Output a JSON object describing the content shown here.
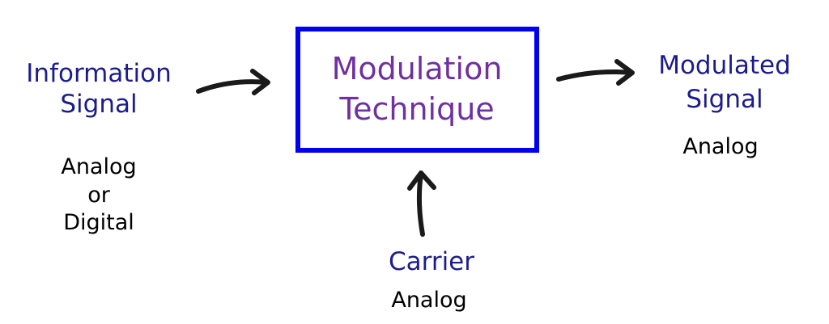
{
  "input": {
    "title_line1": "Information",
    "title_line2": "Signal",
    "type_line1": "Analog",
    "type_line2": "or",
    "type_line3": "Digital"
  },
  "process": {
    "line1": "Modulation",
    "line2": "Technique"
  },
  "output": {
    "title_line1": "Modulated",
    "title_line2": "Signal",
    "type": "Analog"
  },
  "carrier": {
    "title": "Carrier",
    "type": "Analog"
  },
  "colors": {
    "label": "#1c1c8e",
    "box_border": "#0000f0",
    "box_text": "#7030a0",
    "arrow": "#1a1a1a"
  }
}
